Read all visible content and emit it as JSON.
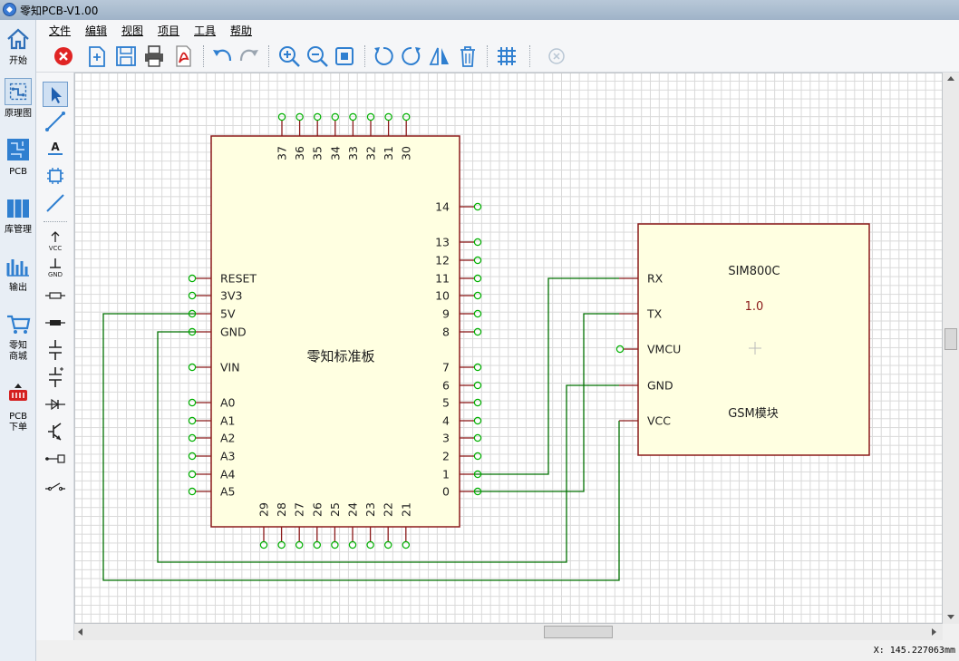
{
  "window": {
    "title": "零知PCB-V1.00"
  },
  "nav": {
    "items": [
      {
        "label": "开始",
        "icon": "home-icon"
      },
      {
        "label": "原理图",
        "icon": "schematic-icon"
      },
      {
        "label": "PCB",
        "icon": "pcb-icon"
      },
      {
        "label": "库管理",
        "icon": "library-icon"
      },
      {
        "label": "输出",
        "icon": "output-icon"
      },
      {
        "label": "零知\n商城",
        "icon": "cart-icon"
      },
      {
        "label": "PCB\n下单",
        "icon": "pcb-order-icon"
      }
    ]
  },
  "menu": {
    "items": [
      "文件",
      "编辑",
      "视图",
      "项目",
      "工具",
      "帮助"
    ]
  },
  "toolbar": {
    "icons": [
      "close-icon",
      "new-file-icon",
      "save-icon",
      "print-icon",
      "pdf-icon",
      "undo-icon",
      "redo-icon",
      "zoom-in-icon",
      "zoom-out-icon",
      "zoom-fit-icon",
      "rotate-left-icon",
      "rotate-right-icon",
      "mirror-icon",
      "delete-icon",
      "grid-icon",
      "cancel-icon"
    ]
  },
  "palette": {
    "icons": [
      "select-icon",
      "wire-icon",
      "text-icon",
      "component-icon",
      "line-icon",
      "vcc-icon",
      "gnd-icon",
      "resistor-icon",
      "fuse-icon",
      "capacitor-icon",
      "polar-capacitor-icon",
      "diode-icon",
      "transistor-icon",
      "connector-icon",
      "switch-icon"
    ],
    "vcc_label": "VCC",
    "gnd_label": "GND",
    "text_label": "A"
  },
  "schematic": {
    "board": {
      "name": "零知标准板",
      "left_pins": [
        "RESET",
        "3V3",
        "5V",
        "GND",
        "VIN",
        "A0",
        "A1",
        "A2",
        "A3",
        "A4",
        "A5"
      ],
      "right_pins": [
        "14",
        "13",
        "12",
        "11",
        "10",
        "9",
        "8",
        "7",
        "6",
        "5",
        "4",
        "3",
        "2",
        "1",
        "0"
      ],
      "top_pins": [
        "37",
        "36",
        "35",
        "34",
        "33",
        "32",
        "31",
        "30"
      ],
      "bottom_pins": [
        "29",
        "28",
        "27",
        "26",
        "25",
        "24",
        "23",
        "22",
        "21"
      ]
    },
    "module": {
      "name": "SIM800C",
      "version": "1.0",
      "description": "GSM模块",
      "pins": [
        "RX",
        "TX",
        "VMCU",
        "GND",
        "VCC"
      ]
    },
    "colors": {
      "body_fill": "#ffffe1",
      "body_stroke": "#8b1a1a",
      "pin_stroke": "#8b1a1a",
      "pin_end": "#00b000",
      "wire": "#007000"
    }
  },
  "status": {
    "coord": "X:  145.227063mm"
  }
}
